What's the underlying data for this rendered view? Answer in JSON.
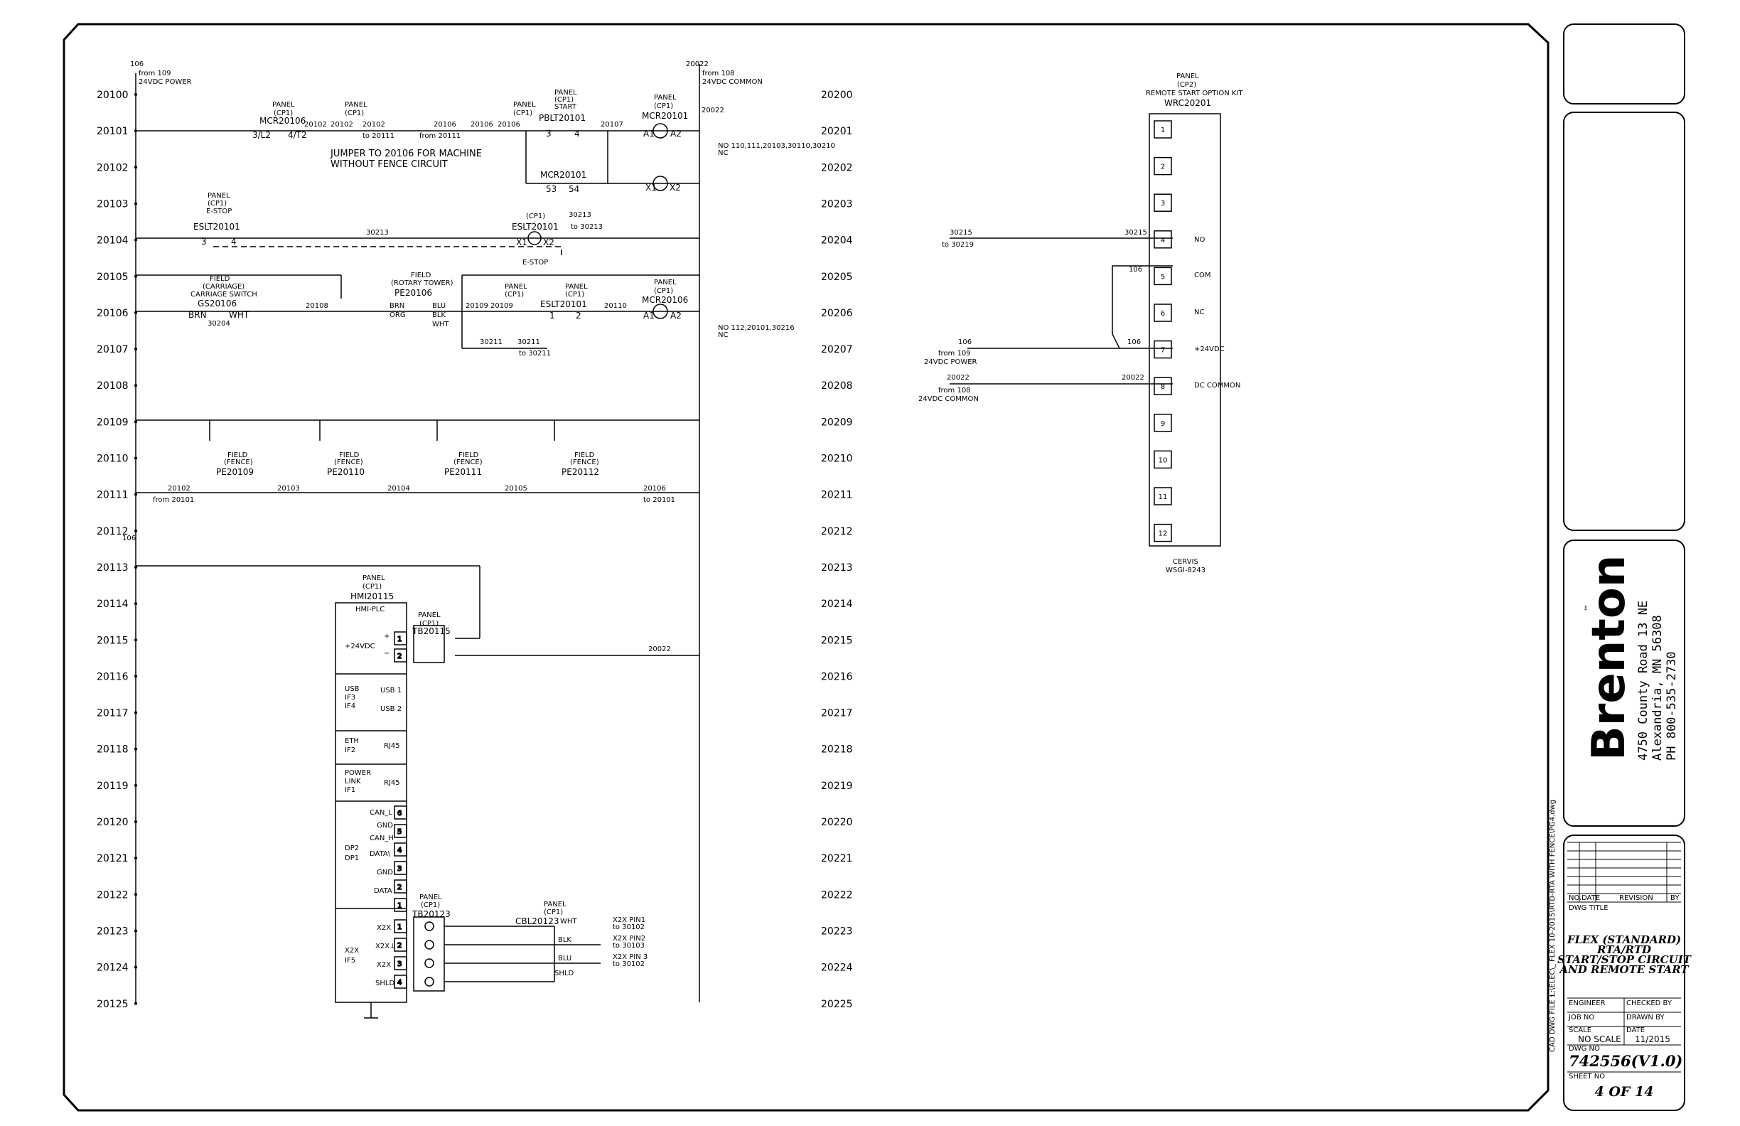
{
  "rungs_left": [
    "20100",
    "20101",
    "20102",
    "20103",
    "20104",
    "20105",
    "20106",
    "20107",
    "20108",
    "20109",
    "20110",
    "20111",
    "20112",
    "20113",
    "20114",
    "20115",
    "20116",
    "20117",
    "20118",
    "20119",
    "20120",
    "20121",
    "20122",
    "20123",
    "20124",
    "20125"
  ],
  "rungs_right": [
    "20200",
    "20201",
    "20202",
    "20203",
    "20204",
    "20205",
    "20206",
    "20207",
    "20208",
    "20209",
    "20210",
    "20211",
    "20212",
    "20213",
    "20214",
    "20215",
    "20216",
    "20217",
    "20218",
    "20219",
    "20220",
    "20221",
    "20222",
    "20223",
    "20224",
    "20225"
  ],
  "power": {
    "left_wire": "106",
    "left_from": "from 109",
    "left_desc": "24VDC POWER",
    "right_wire": "20022",
    "right_from": "from 108",
    "right_desc": "24VDC COMMON",
    "wire_106_mark": "106"
  },
  "labels": {
    "panel": "PANEL",
    "cp1": "(CP1)",
    "cp2": "(CP2)",
    "field": "FIELD",
    "estop_title": "E-STOP",
    "start_title": "START",
    "carriage": "(CARRIAGE)",
    "carriage_switch": "CARRIAGE SWITCH",
    "rotary_tower": "(ROTARY TOWER)",
    "fence": "(FENCE)",
    "remote_kit": "REMOTE START OPTION KIT",
    "jumper_note_1": "JUMPER TO 20106 FOR MACHINE",
    "jumper_note_2": "WITHOUT FENCE CIRCUIT",
    "estop_lamp": "E-STOP",
    "xref_1_no": "NO 110,111,20103,30110,30210",
    "xref_1_nc": "NC",
    "xref_2_no": "NO 112,20101,30216",
    "xref_2_nc": "NC"
  },
  "devices": {
    "mcr_a": "MCR20106",
    "mcr_b": "MCR20101",
    "mcr_c": "MCR20101",
    "mcr_d": "MCR20106",
    "pblt": "PBLT20101",
    "eslt_a": "ESLT20101",
    "eslt_b": "ESLT20101",
    "eslt_c": "ESLT20101",
    "gs": "GS20106",
    "pe_tower": "PE20106",
    "pe_fence": [
      "PE20109",
      "PE20110",
      "PE20111",
      "PE20112"
    ],
    "hmi": "HMI20115",
    "hmi_sub": "HMI-PLC",
    "tb_a": "TB20115",
    "tb_b": "TB20123",
    "cbl": "CBL20123",
    "wrc": "WRC20201",
    "cervis": "CERVIS",
    "cervis_model": "WSGI-8243"
  },
  "wires": {
    "w_3l2": "3/L2",
    "w_4t2": "4/T2",
    "w20102": "20102",
    "w20102b": "20102",
    "w20102_to": "to 20111",
    "w20106": "20106",
    "w20106b": "20106",
    "w20106c": "20106",
    "w20106_from": "from 20111",
    "w20107": "20107",
    "w20022": "20022",
    "w53": "53",
    "w54": "54",
    "a1": "A1",
    "a2": "A2",
    "x1": "X1",
    "x2": "X2",
    "t3": "3",
    "t4": "4",
    "t1": "1",
    "t2": "2",
    "w30213": "30213",
    "w30213b": "30213",
    "w30213_to": "to 30213",
    "w20108": "20108",
    "w20109": "20109",
    "w20109b": "20109",
    "w20110": "20110",
    "w30211": "30211",
    "w30211b": "30211",
    "w30211_to": "to 30211",
    "w30204": "30204",
    "brn": "BRN",
    "wht": "WHT",
    "org": "ORG",
    "blu": "BLU",
    "blk": "BLK",
    "w20102_fence": "20102",
    "w20102_from": "from 20101",
    "w20103": "20103",
    "w20104": "20104",
    "w20105": "20105",
    "w20106_fence": "20106",
    "w20106_to": "to 20101",
    "w20022_hmi": "20022"
  },
  "hmi_ports": {
    "v24": "+24VDC",
    "plus": "+",
    "minus": "−",
    "usb3": "USB",
    "if3": "IF3",
    "if4": "IF4",
    "usb1": "USB 1",
    "usb2": "USB 2",
    "eth": "ETH",
    "if2": "IF2",
    "rj45a": "RJ45",
    "power_link": "POWER",
    "link": "LINK",
    "if1": "IF1",
    "rj45b": "RJ45",
    "can_l": "CAN_L",
    "gnd1": "GND",
    "can_h": "CAN_H",
    "data1": "DATA\\",
    "gnd2": "GND",
    "data2": "DATA",
    "dp2": "DP2",
    "dp1": "DP1",
    "x2x_1": "X2X",
    "x2x_2": "X2X⊥",
    "x2x_3": "X2X",
    "shld": "SHLD",
    "x2x_label": "X2X",
    "if5": "IF5",
    "pins_a": [
      "6",
      "5",
      "4",
      "3",
      "2",
      "1"
    ],
    "pins_b": [
      "1",
      "2",
      "3",
      "4"
    ],
    "tb_pins": [
      "1",
      "2"
    ],
    "cable_pin1": "X2X PIN1",
    "cable_pin1_to": "to 30102",
    "cable_pin2": "X2X PIN2",
    "cable_pin2_to": "to 30103",
    "cable_pin3": "X2X PIN 3",
    "cable_pin3_to": "to 30102",
    "c_wht": "WHT",
    "c_blk": "BLK",
    "c_blu": "BLU",
    "c_shld": "SHLD"
  },
  "remote": {
    "terminals": [
      "1",
      "2",
      "3",
      "4",
      "5",
      "6",
      "7",
      "8",
      "9",
      "10",
      "11",
      "12"
    ],
    "no": "NO",
    "com": "COM",
    "nc": "NC",
    "v24": "+24VDC",
    "dccom": "DC COMMON",
    "w30215": "30215",
    "w30215b": "30215",
    "w30215_to": "to 30219",
    "w106": "106",
    "w106b": "106",
    "w106c": "106",
    "w106_from": "from 109",
    "w106_desc": "24VDC POWER",
    "w20022": "20022",
    "w20022b": "20022",
    "w20022_from": "from 108",
    "w20022_desc": "24VDC COMMON"
  },
  "title_block": {
    "brand": "Brenton",
    "tm": "™",
    "addr1": "4750 County Road 13 NE",
    "addr2": "Alexandria, MN 56308",
    "phone": "PH 800-535-2730",
    "rev_no": "NO.",
    "rev_date": "DATE",
    "rev_revision": "REVISION",
    "rev_by": "BY",
    "dwg_title_label": "DWG TITLE",
    "title1": "FLEX (STANDARD)",
    "title2": "RTA/RTD",
    "title3": "START/STOP CIRCUIT",
    "title4": "AND REMOTE START",
    "engineer": "ENGINEER",
    "checked": "CHECKED BY",
    "job": "JOB NO",
    "drawn": "DRAWN BY",
    "scale_label": "SCALE",
    "scale": "NO SCALE",
    "date_label": "DATE",
    "date": "11/2015",
    "dwg_no_label": "DWG NO",
    "dwg_no": "742556(V1.0)",
    "sheet_no_label": "SHEET NO",
    "sheet": "4 OF 14",
    "cad_label": "CAD DWG FILE :",
    "cad_path": "L:\\ELEC\\_ FLEX 10-2015\\RTD-RTA WITH FENCE\\PG4.dwg"
  }
}
